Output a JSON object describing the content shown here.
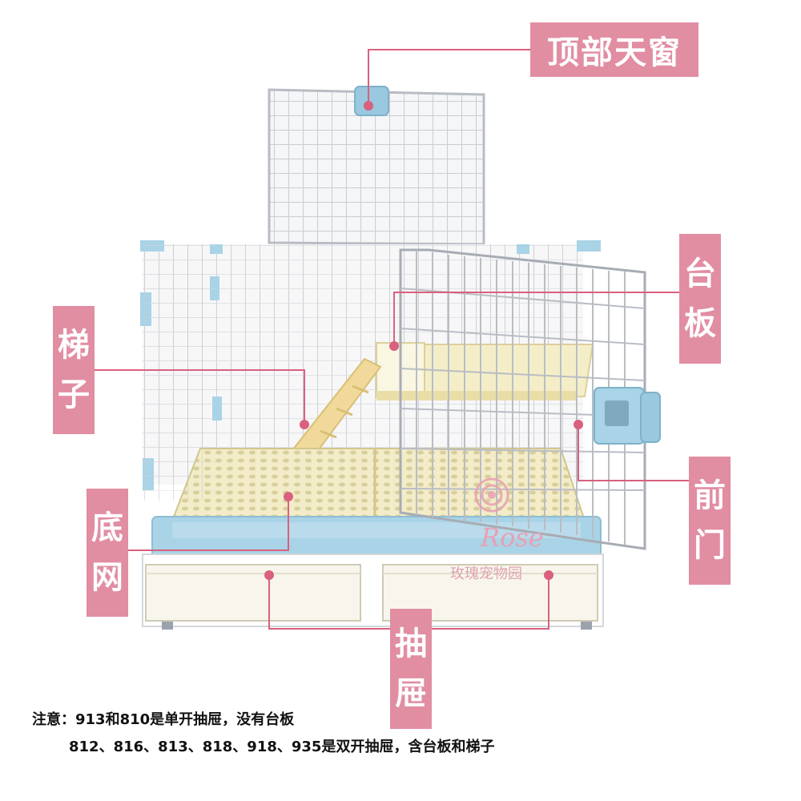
{
  "labels": {
    "top_window": "顶部天窗",
    "platform_1": "台",
    "platform_2": "板",
    "ladder_1": "梯",
    "ladder_2": "子",
    "bottom_mesh_1": "底",
    "bottom_mesh_2": "网",
    "front_door_1": "前",
    "front_door_2": "门",
    "drawer_1": "抽",
    "drawer_2": "屉"
  },
  "watermark": {
    "script": "Rose",
    "name": "玫瑰宠物园"
  },
  "note": {
    "line1": "注意：913和810是单开抽屉，没有台板",
    "line2": "812、816、813、818、918、935是双开抽屉，含台板和梯子"
  },
  "colors": {
    "label_bg": "#e18da2",
    "line": "#d9607f",
    "cage_blue": "#a9d3e6",
    "tray_cream": "#f1e9c0"
  }
}
